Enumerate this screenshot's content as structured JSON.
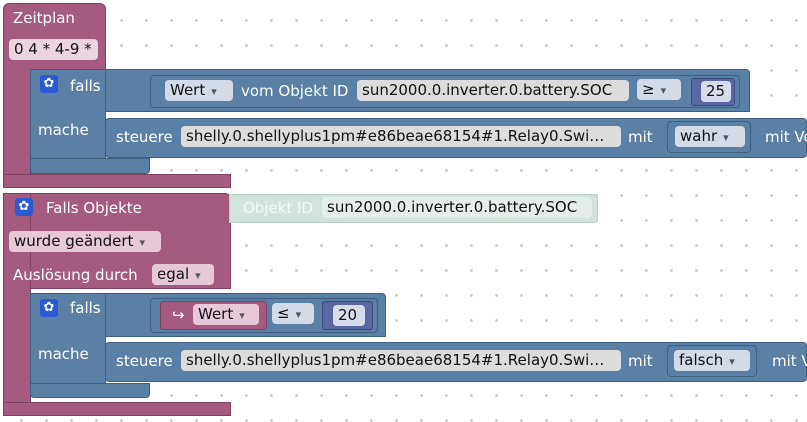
{
  "block1": {
    "title": "Zeitplan",
    "cron": "0 4 * 4-9 *",
    "if_label": "falls",
    "do_label": "mache",
    "cond_value_dd": "Wert",
    "cond_from_obj": "vom Objekt ID",
    "cond_obj_id": "sun2000.0.inverter.0.battery.SOC",
    "cond_op": "≥",
    "cond_num": "25",
    "action_label": "steuere",
    "action_target": "shelly.0.shellyplus1pm#e86beae68154#1.Relay0.Swi…",
    "action_with": "mit",
    "action_value": "wahr",
    "action_tail": "mit Ve"
  },
  "block2": {
    "title": "Falls Objekte",
    "ghost_label": "Objekt ID",
    "ghost_id": "sun2000.0.inverter.0.battery.SOC",
    "changed_dd": "wurde geändert",
    "trigger_label": "Auslösung durch",
    "trigger_dd": "egal",
    "if_label": "falls",
    "do_label": "mache",
    "cond_arrow": "↪",
    "cond_value_dd": "Wert",
    "cond_op": "≤",
    "cond_num": "20",
    "action_label": "steuere",
    "action_target": "shelly.0.shellyplus1pm#e86beae68154#1.Relay0.Swi…",
    "action_with": "mit",
    "action_value": "falsch",
    "action_tail": "mit V"
  }
}
